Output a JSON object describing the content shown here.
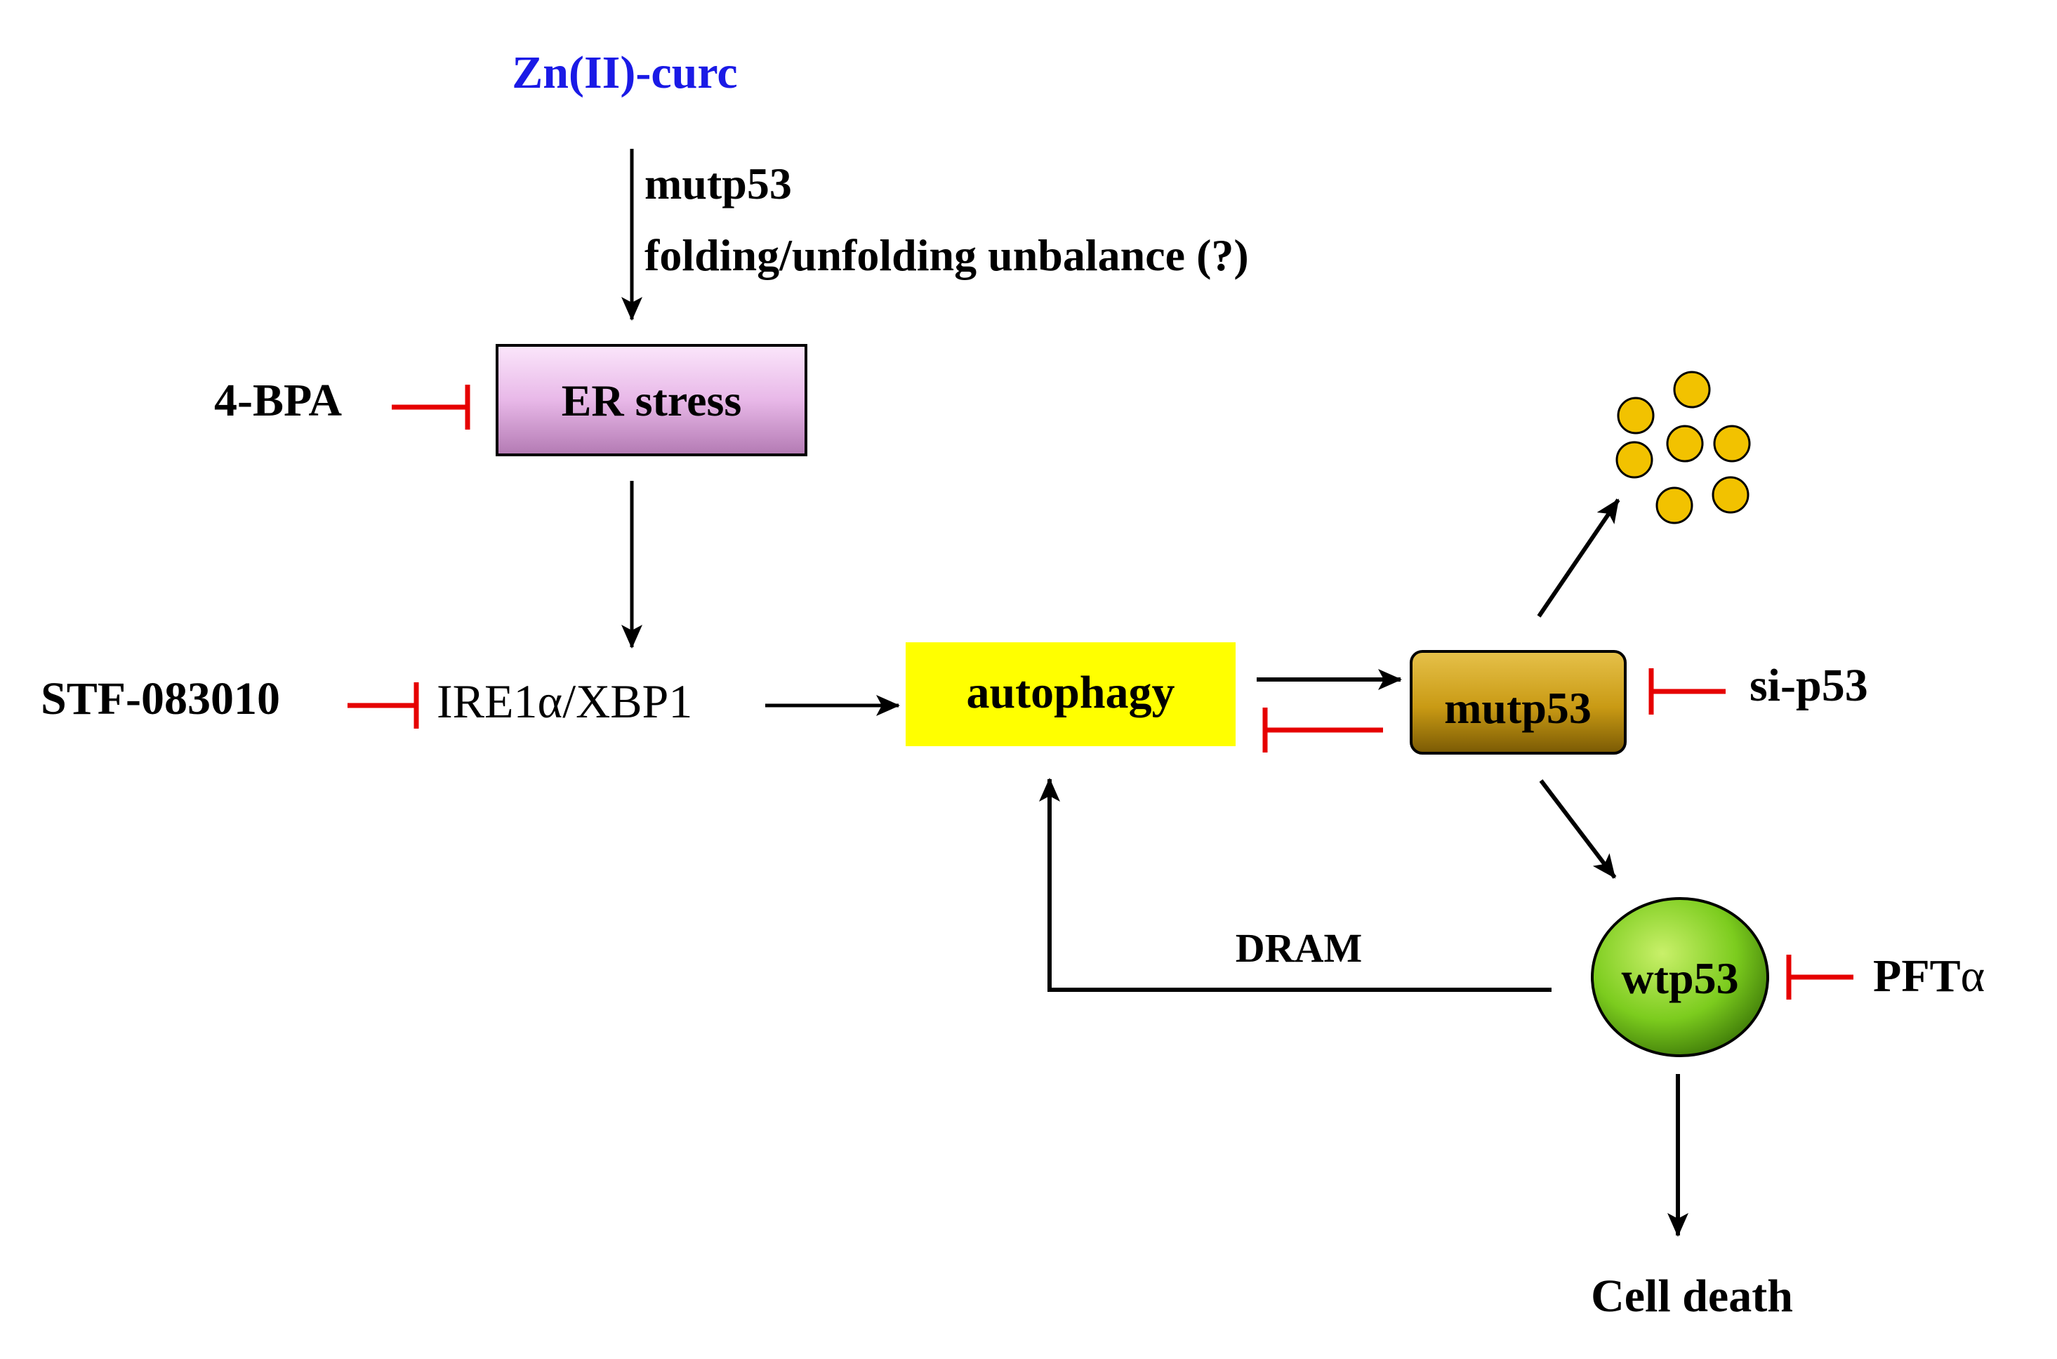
{
  "nodes": {
    "drug": "Zn(II)-curc",
    "er_stress": "ER stress",
    "ire1_prefix": "IRE1",
    "ire1_alpha": "α",
    "ire1_suffix": "/XBP1",
    "autophagy": "autophagy",
    "mutp53": "mutp53",
    "wtp53": "wtp53",
    "cell_death": "Cell death"
  },
  "edge_labels": {
    "mutp53_line": "mutp53",
    "unbalance_line": "folding/unfolding unbalance (?)",
    "dram": "DRAM"
  },
  "inhibitors": {
    "bpa": "4-BPA",
    "stf": "STF-083010",
    "sip53": "si-p53",
    "pft_prefix": "PFT",
    "pft_alpha": "α"
  },
  "colors": {
    "drug_text": "#1a1ae6",
    "inhibition": "#e60000",
    "er_box": "#e8b8e8",
    "autophagy_box": "#ffff00",
    "mutp53_box": "#c99a14",
    "wtp53_circle": "#7ccc1e",
    "dots": "#f2c200"
  }
}
